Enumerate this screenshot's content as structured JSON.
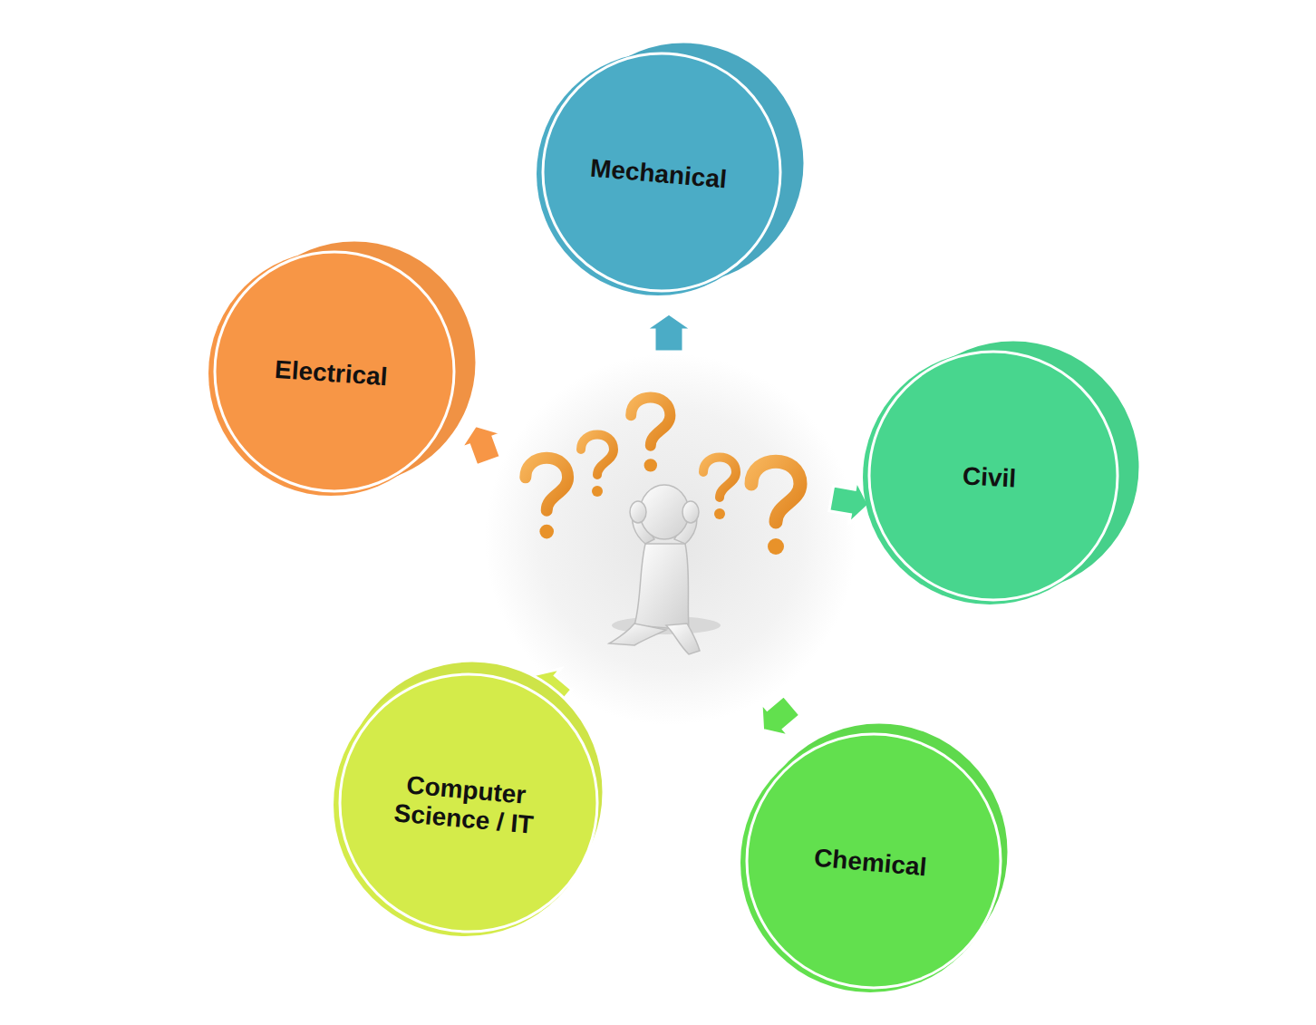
{
  "diagram": {
    "nodes": [
      {
        "text": [
          "Mechanical"
        ]
      },
      {
        "text": [
          "Electrical"
        ]
      },
      {
        "text": [
          "Civil"
        ]
      },
      {
        "text": [
          "Computer Science / IT"
        ]
      },
      {
        "text": [
          "Chemical"
        ]
      }
    ]
  }
}
